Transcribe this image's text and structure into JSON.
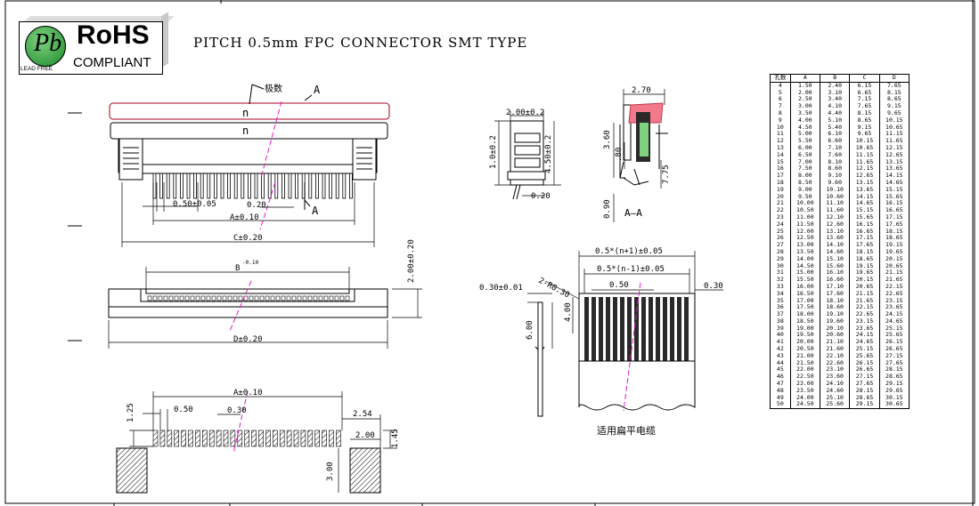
{
  "logo": {
    "mark_letter": "Pb",
    "brand": "RoHS",
    "compliant": "COMPLIANT",
    "lead_free": "LEAD FREE"
  },
  "title": "PITCH 0.5mm FPC CONNECTOR SMT TYPE",
  "front_view": {
    "pin_count_cn": "极数",
    "n_top": "n",
    "n_body": "n",
    "section_marker_top": "A",
    "section_marker_bottom": "A",
    "pitch_dim": "0.50±0.05",
    "pin_width_dim": "0.20",
    "a_dim": "A±0.10",
    "c_dim": "C±0.20"
  },
  "bottom_view": {
    "b_dim": "B",
    "b_tol": "-0.10",
    "d_dim": "D±0.20",
    "height_dim": "2.00±0.20"
  },
  "side_view": {
    "width_dim": "2.00±0.2",
    "left_dim": "1.0±0.2",
    "right_dim": "4.50±0.2",
    "foot_dim": "0.20"
  },
  "section_view": {
    "top_dim": "2.70",
    "h1": "3.60",
    "h2": ".80",
    "h3": "7.75",
    "h4": "0.90",
    "label": "A—A"
  },
  "fpc_view": {
    "total": "0.5*(n+1)±0.05",
    "inner": "0.5*(n-1)±0.05",
    "pitch": "0.50",
    "edge": "0.30",
    "thickness": "0.30±0.01",
    "chamfer": "2-R0.30",
    "len1": "6.00",
    "len2": "4.00",
    "caption": "适用扁平电缆"
  },
  "footprint": {
    "a_dim": "A±0.10",
    "pitch": "0.50",
    "pad_width": "0.30",
    "pad_len": "1.25",
    "tab_offset": "2.54",
    "tab_width": "2.00",
    "tab_len": "1.45",
    "tab_height": "3.00"
  },
  "table": {
    "headers": [
      "孔数",
      "A",
      "B",
      "C",
      "D"
    ],
    "rows": [
      [
        "4",
        "1.50",
        "2.40",
        "6.15",
        "7.65"
      ],
      [
        "5",
        "2.00",
        "3.10",
        "6.65",
        "8.15"
      ],
      [
        "6",
        "2.50",
        "3.40",
        "7.15",
        "8.65"
      ],
      [
        "7",
        "3.00",
        "4.10",
        "7.65",
        "9.15"
      ],
      [
        "8",
        "3.50",
        "4.40",
        "8.15",
        "9.65"
      ],
      [
        "9",
        "4.00",
        "5.10",
        "8.65",
        "10.15"
      ],
      [
        "10",
        "4.50",
        "5.40",
        "9.15",
        "10.65"
      ],
      [
        "11",
        "5.00",
        "6.10",
        "9.65",
        "11.15"
      ],
      [
        "12",
        "5.50",
        "6.60",
        "10.15",
        "11.65"
      ],
      [
        "13",
        "6.00",
        "7.10",
        "10.65",
        "12.15"
      ],
      [
        "14",
        "6.50",
        "7.60",
        "11.15",
        "12.65"
      ],
      [
        "15",
        "7.00",
        "8.10",
        "11.65",
        "13.15"
      ],
      [
        "16",
        "7.50",
        "8.60",
        "12.15",
        "13.65"
      ],
      [
        "17",
        "8.00",
        "9.10",
        "12.65",
        "14.15"
      ],
      [
        "18",
        "8.50",
        "9.60",
        "13.15",
        "14.65"
      ],
      [
        "19",
        "9.00",
        "10.10",
        "13.65",
        "15.15"
      ],
      [
        "20",
        "9.50",
        "10.60",
        "14.15",
        "15.65"
      ],
      [
        "21",
        "10.00",
        "11.10",
        "14.65",
        "16.15"
      ],
      [
        "22",
        "10.50",
        "11.60",
        "15.15",
        "16.65"
      ],
      [
        "23",
        "11.00",
        "12.10",
        "15.65",
        "17.15"
      ],
      [
        "24",
        "11.50",
        "12.60",
        "16.15",
        "17.65"
      ],
      [
        "25",
        "12.00",
        "13.10",
        "16.65",
        "18.15"
      ],
      [
        "26",
        "12.50",
        "13.60",
        "17.15",
        "18.65"
      ],
      [
        "27",
        "13.00",
        "14.10",
        "17.65",
        "19.15"
      ],
      [
        "28",
        "13.50",
        "14.60",
        "18.15",
        "19.65"
      ],
      [
        "29",
        "14.00",
        "15.10",
        "18.65",
        "20.15"
      ],
      [
        "30",
        "14.50",
        "15.60",
        "19.15",
        "20.65"
      ],
      [
        "31",
        "15.00",
        "16.10",
        "19.65",
        "21.15"
      ],
      [
        "32",
        "15.50",
        "16.60",
        "20.15",
        "21.65"
      ],
      [
        "33",
        "16.00",
        "17.10",
        "20.65",
        "22.15"
      ],
      [
        "34",
        "16.50",
        "17.60",
        "21.15",
        "22.65"
      ],
      [
        "35",
        "17.00",
        "18.10",
        "21.65",
        "23.15"
      ],
      [
        "36",
        "17.50",
        "18.60",
        "22.15",
        "23.65"
      ],
      [
        "37",
        "18.00",
        "19.10",
        "22.65",
        "24.15"
      ],
      [
        "38",
        "18.50",
        "19.60",
        "23.15",
        "24.65"
      ],
      [
        "39",
        "19.00",
        "20.10",
        "23.65",
        "25.15"
      ],
      [
        "40",
        "19.50",
        "20.60",
        "24.15",
        "25.65"
      ],
      [
        "41",
        "20.00",
        "21.10",
        "24.65",
        "26.15"
      ],
      [
        "42",
        "20.50",
        "21.60",
        "25.15",
        "26.65"
      ],
      [
        "43",
        "21.00",
        "22.10",
        "25.65",
        "27.15"
      ],
      [
        "44",
        "21.50",
        "22.60",
        "26.15",
        "27.65"
      ],
      [
        "45",
        "22.00",
        "23.10",
        "26.65",
        "28.15"
      ],
      [
        "46",
        "22.50",
        "23.60",
        "27.15",
        "28.65"
      ],
      [
        "47",
        "23.00",
        "24.10",
        "27.65",
        "29.15"
      ],
      [
        "48",
        "23.50",
        "24.60",
        "28.15",
        "29.65"
      ],
      [
        "49",
        "24.00",
        "25.10",
        "28.65",
        "30.15"
      ],
      [
        "50",
        "24.50",
        "25.60",
        "29.15",
        "30.65"
      ]
    ]
  }
}
